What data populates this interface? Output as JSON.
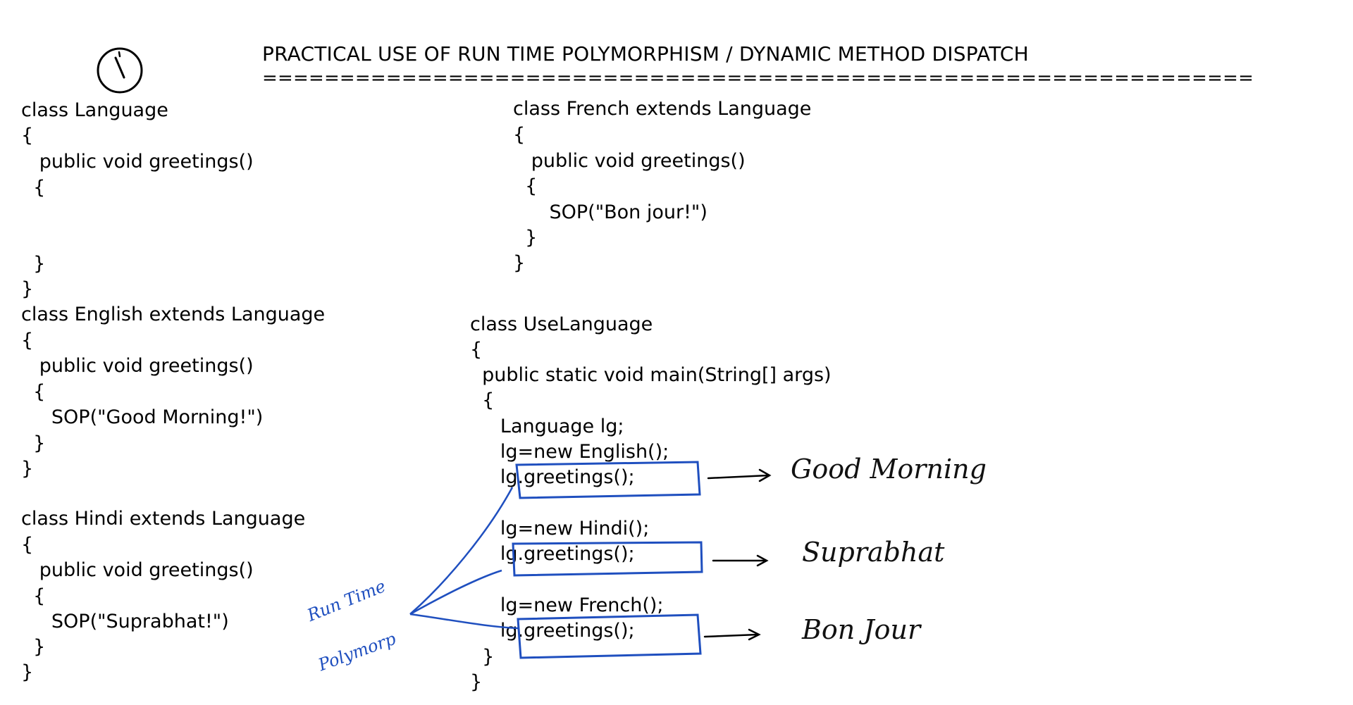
{
  "header": {
    "title": "PRACTICAL USE OF RUN TIME POLYMORPHISM / DYNAMIC METHOD DISPATCH",
    "underline": "================================================================"
  },
  "code": {
    "language_class": [
      "class Language",
      "{",
      "   public void greetings()",
      "  {",
      "  }",
      "}"
    ],
    "english_class": [
      "class English extends Language",
      "{",
      "   public void greetings()",
      "  {",
      "     SOP(\"Good Morning!\")",
      "  }",
      "}"
    ],
    "hindi_class": [
      "class Hindi extends Language",
      "{",
      "   public void greetings()",
      "  {",
      "     SOP(\"Suprabhat!\")",
      "  }",
      "}"
    ],
    "french_class": [
      "class French extends Language",
      "{",
      "   public void greetings()",
      "  {",
      "      SOP(\"Bon jour!\")",
      "  }",
      "}"
    ],
    "use_language_class": [
      "class UseLanguage",
      "{",
      "  public static void main(String[] args)",
      "  {",
      "     Language lg;",
      "     lg=new English();",
      "     lg.greetings();",
      "     lg=new Hindi();",
      "     lg.greetings();",
      "     lg=new French();",
      "     lg.greetings();",
      "  }",
      "}"
    ]
  },
  "annotations": {
    "output_english": "Good Morning",
    "output_hindi": "Suprabhat",
    "output_french": "Bon Jour",
    "runtime_label_1": "Run Time",
    "runtime_label_2": "Polymorp"
  },
  "colors": {
    "ink": "#000000",
    "pen_blue": "#1f4fbf"
  },
  "icons": {
    "top_left": "clock-icon"
  }
}
